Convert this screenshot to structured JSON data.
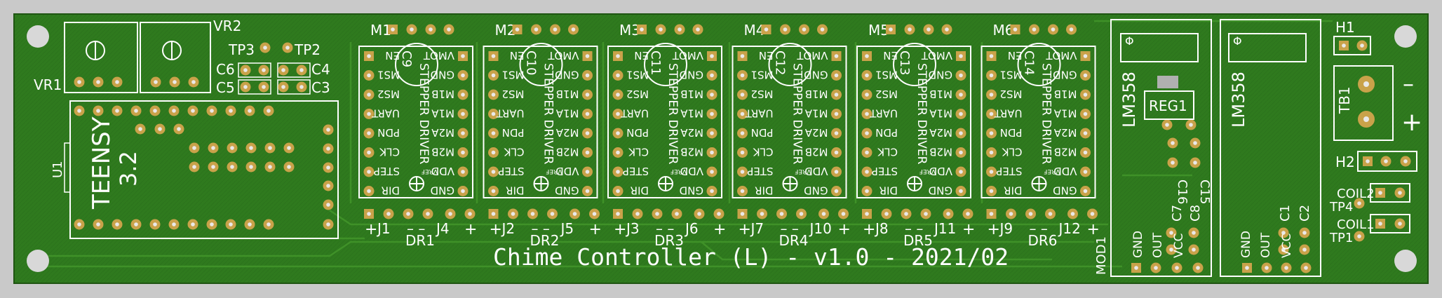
{
  "board": {
    "title": "Chime Controller (L) - v1.0 - 2021/02",
    "colors": {
      "background": "#c9c9c9",
      "board": "#2f7a1e",
      "board_dark": "#215e14",
      "trace": "#3f9128",
      "silk": "#ffffff",
      "pad": "#c9a24a",
      "hole": "#d8d8d8"
    }
  },
  "trimmers": [
    {
      "label": "VR1"
    },
    {
      "label": "VR2"
    }
  ],
  "testpoints": {
    "tp3": "TP3",
    "tp2": "TP2",
    "tp4": "TP4",
    "tp1": "TP1"
  },
  "caps_top": {
    "c6": "C6",
    "c4": "C4",
    "c5": "C5",
    "c3": "C3"
  },
  "teensy": {
    "label": "TEENSY",
    "version": "3.2",
    "ref": "U1"
  },
  "drivers": [
    {
      "module": "M1",
      "cap": "C9",
      "dr": "DR1",
      "jl": "J1",
      "jr": "J4"
    },
    {
      "module": "M2",
      "cap": "C10",
      "dr": "DR2",
      "jl": "J2",
      "jr": "J5"
    },
    {
      "module": "M3",
      "cap": "C11",
      "dr": "DR3",
      "jl": "J3",
      "jr": "J6"
    },
    {
      "module": "M4",
      "cap": "C12",
      "dr": "DR4",
      "jl": "J7",
      "jr": "J10"
    },
    {
      "module": "M5",
      "cap": "C13",
      "dr": "DR5",
      "jl": "J8",
      "jr": "J11"
    },
    {
      "module": "M6",
      "cap": "C14",
      "dr": "DR6",
      "jl": "J9",
      "jr": "J12"
    }
  ],
  "driver_common": {
    "left_pins": [
      "EN",
      "MS1",
      "MS2",
      "UART",
      "PDN",
      "CLK",
      "STEP",
      "DIR"
    ],
    "right_pins": [
      "VMOT",
      "GND",
      "M1B",
      "M1A",
      "M2A",
      "M2B",
      "VDD",
      "GND"
    ],
    "title": "STEPPER DRIVER",
    "vref": "VREF",
    "plus": "+",
    "minus": "– –"
  },
  "mod1": {
    "ic": "LM358",
    "reg": "REG1",
    "ref": "MOD1",
    "caps": [
      "C16",
      "C15",
      "C7",
      "C8"
    ],
    "pins": [
      "GND",
      "OUT",
      "VCC"
    ]
  },
  "mod2": {
    "ic": "LM358",
    "caps": [
      "C1",
      "C2"
    ],
    "pins": [
      "GND",
      "OUT",
      "VCC"
    ]
  },
  "headers": {
    "h1": "H1",
    "h2": "H2",
    "tb1": "TB1",
    "coil2": "COIL2",
    "coil1": "COIL1"
  },
  "tb_signs": {
    "minus": "–",
    "plus": "+"
  }
}
